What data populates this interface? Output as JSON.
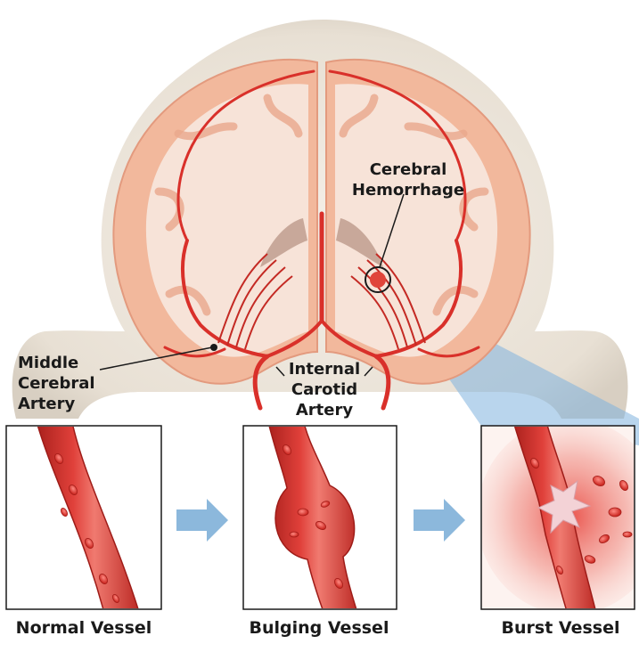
{
  "labels": {
    "hemorrhage_line1": "Cerebral",
    "hemorrhage_line2": "Hemorrhage",
    "mca_line1": "Middle",
    "mca_line2": "Cerebral",
    "mca_line3": "Artery",
    "ica_line1": "Internal",
    "ica_line2": "Carotid",
    "ica_line3": "Artery"
  },
  "panels": [
    {
      "caption": "Normal Vessel"
    },
    {
      "caption": "Bulging Vessel"
    },
    {
      "caption": "Burst Vessel"
    }
  ],
  "colors": {
    "skull": "#ede6dc",
    "white_matter": "#f6e2d6",
    "gray_matter": "#f2b89c",
    "vessel": "#d9302a",
    "vessel_dark": "#9e1c18",
    "arrow": "#8cb8dc",
    "zoom_beam": "#7fb2df"
  }
}
